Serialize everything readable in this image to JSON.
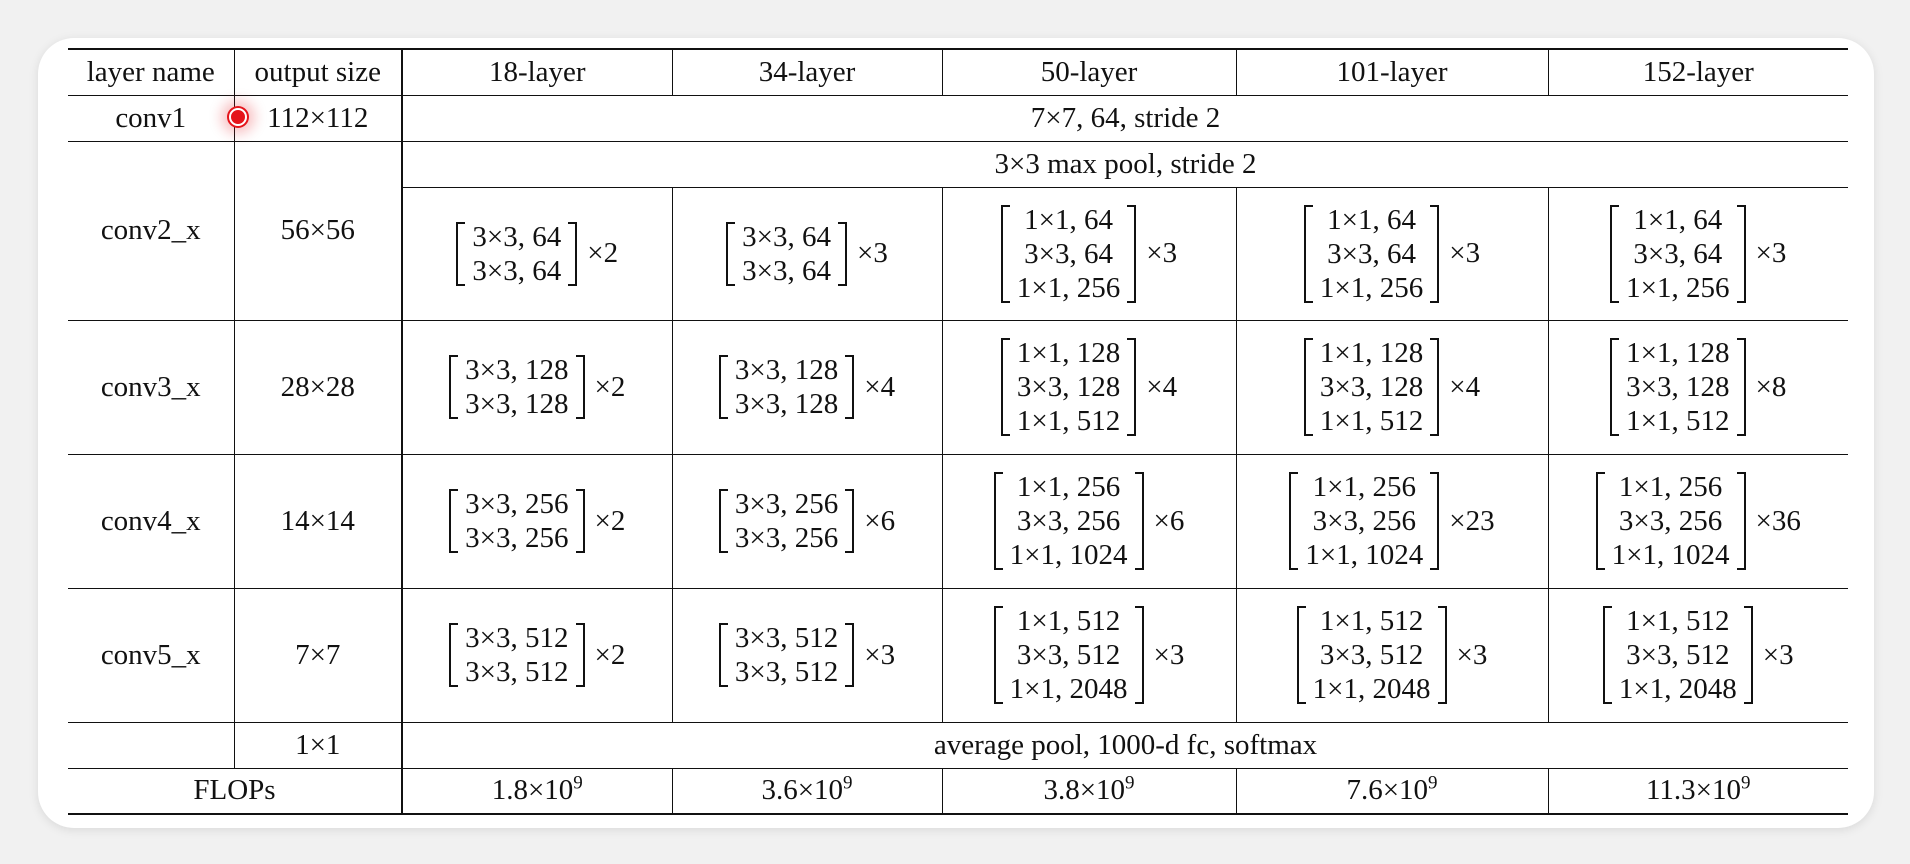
{
  "header": {
    "layer_name": "layer name",
    "output_size": "output size",
    "columns": [
      "18-layer",
      "34-layer",
      "50-layer",
      "101-layer",
      "152-layer"
    ]
  },
  "conv1": {
    "name": "conv1",
    "output": "112×112",
    "spec": "7×7, 64, stride 2"
  },
  "conv2": {
    "name": "conv2_x",
    "output": "56×56",
    "pool": "3×3 max pool, stride 2",
    "cells": [
      {
        "lines": [
          "3×3, 64",
          "3×3, 64"
        ],
        "mult": "×2"
      },
      {
        "lines": [
          "3×3, 64",
          "3×3, 64"
        ],
        "mult": "×3"
      },
      {
        "lines": [
          "1×1, 64",
          "3×3, 64",
          "1×1, 256"
        ],
        "mult": "×3"
      },
      {
        "lines": [
          "1×1, 64",
          "3×3, 64",
          "1×1, 256"
        ],
        "mult": "×3"
      },
      {
        "lines": [
          "1×1, 64",
          "3×3, 64",
          "1×1, 256"
        ],
        "mult": "×3"
      }
    ]
  },
  "conv3": {
    "name": "conv3_x",
    "output": "28×28",
    "cells": [
      {
        "lines": [
          "3×3, 128",
          "3×3, 128"
        ],
        "mult": "×2"
      },
      {
        "lines": [
          "3×3, 128",
          "3×3, 128"
        ],
        "mult": "×4"
      },
      {
        "lines": [
          "1×1, 128",
          "3×3, 128",
          "1×1, 512"
        ],
        "mult": "×4"
      },
      {
        "lines": [
          "1×1, 128",
          "3×3, 128",
          "1×1, 512"
        ],
        "mult": "×4"
      },
      {
        "lines": [
          "1×1, 128",
          "3×3, 128",
          "1×1, 512"
        ],
        "mult": "×8"
      }
    ]
  },
  "conv4": {
    "name": "conv4_x",
    "output": "14×14",
    "cells": [
      {
        "lines": [
          "3×3, 256",
          "3×3, 256"
        ],
        "mult": "×2"
      },
      {
        "lines": [
          "3×3, 256",
          "3×3, 256"
        ],
        "mult": "×6"
      },
      {
        "lines": [
          "1×1, 256",
          "3×3, 256",
          "1×1, 1024"
        ],
        "mult": "×6"
      },
      {
        "lines": [
          "1×1, 256",
          "3×3, 256",
          "1×1, 1024"
        ],
        "mult": "×23"
      },
      {
        "lines": [
          "1×1, 256",
          "3×3, 256",
          "1×1, 1024"
        ],
        "mult": "×36"
      }
    ]
  },
  "conv5": {
    "name": "conv5_x",
    "output": "7×7",
    "cells": [
      {
        "lines": [
          "3×3, 512",
          "3×3, 512"
        ],
        "mult": "×2"
      },
      {
        "lines": [
          "3×3, 512",
          "3×3, 512"
        ],
        "mult": "×3"
      },
      {
        "lines": [
          "1×1, 512",
          "3×3, 512",
          "1×1, 2048"
        ],
        "mult": "×3"
      },
      {
        "lines": [
          "1×1, 512",
          "3×3, 512",
          "1×1, 2048"
        ],
        "mult": "×3"
      },
      {
        "lines": [
          "1×1, 512",
          "3×3, 512",
          "1×1, 2048"
        ],
        "mult": "×3"
      }
    ]
  },
  "final": {
    "output": "1×1",
    "spec": "average pool, 1000-d fc, softmax"
  },
  "flops": {
    "label": "FLOPs",
    "values": [
      {
        "mantissa": "1.8×10",
        "exp": "9"
      },
      {
        "mantissa": "3.6×10",
        "exp": "9"
      },
      {
        "mantissa": "3.8×10",
        "exp": "9"
      },
      {
        "mantissa": "7.6×10",
        "exp": "9"
      },
      {
        "mantissa": "11.3×10",
        "exp": "9"
      }
    ]
  },
  "cursor_color": "#e5151b"
}
